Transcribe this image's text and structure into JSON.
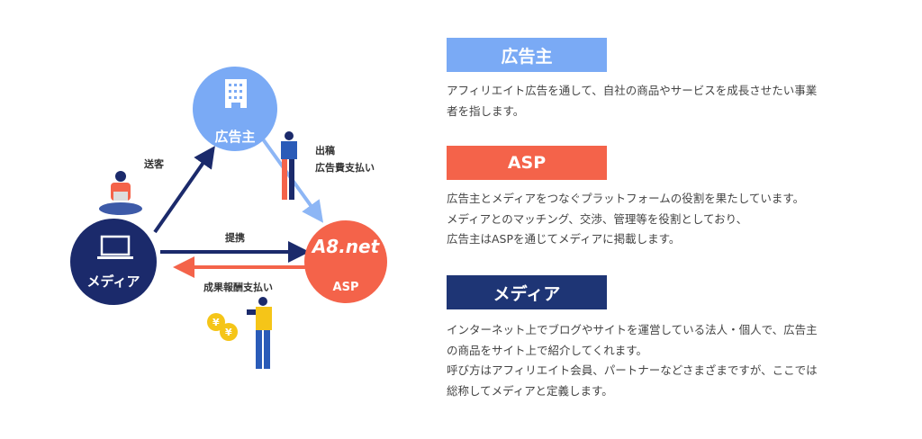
{
  "diagram": {
    "nodes": {
      "advertiser": {
        "label": "広告主",
        "color": "#7aaaf5"
      },
      "media": {
        "label": "メディア",
        "color": "#1b2a6b"
      },
      "asp": {
        "label": "ASP",
        "logo": "A8.net",
        "color": "#f4634a"
      }
    },
    "arrows": {
      "send_customers": "送客",
      "placement": "出稿",
      "ad_payment": "広告費支払い",
      "partnership": "提携",
      "reward_payment": "成果報酬支払い"
    }
  },
  "sections": [
    {
      "title": "広告主",
      "color": "#7aaaf5",
      "lines": [
        "アフィリエイト広告を通して、自社の商品やサービスを成長させたい事業",
        "者を指します。"
      ]
    },
    {
      "title": "ASP",
      "color": "#f4634a",
      "lines": [
        "広告主とメディアをつなぐプラットフォームの役割を果たしています。",
        "メディアとのマッチング、交渉、管理等を役割としており、",
        "広告主はASPを通じてメディアに掲載します。"
      ]
    },
    {
      "title": "メディア",
      "color": "#1e3575",
      "lines": [
        "インターネット上でブログやサイトを運営している法人・個人で、広告主",
        "の商品をサイト上で紹介してくれます。",
        "呼び方はアフィリエイト会員、パートナーなどさまざまですが、ここでは",
        "総称してメディアと定義します。"
      ]
    }
  ]
}
